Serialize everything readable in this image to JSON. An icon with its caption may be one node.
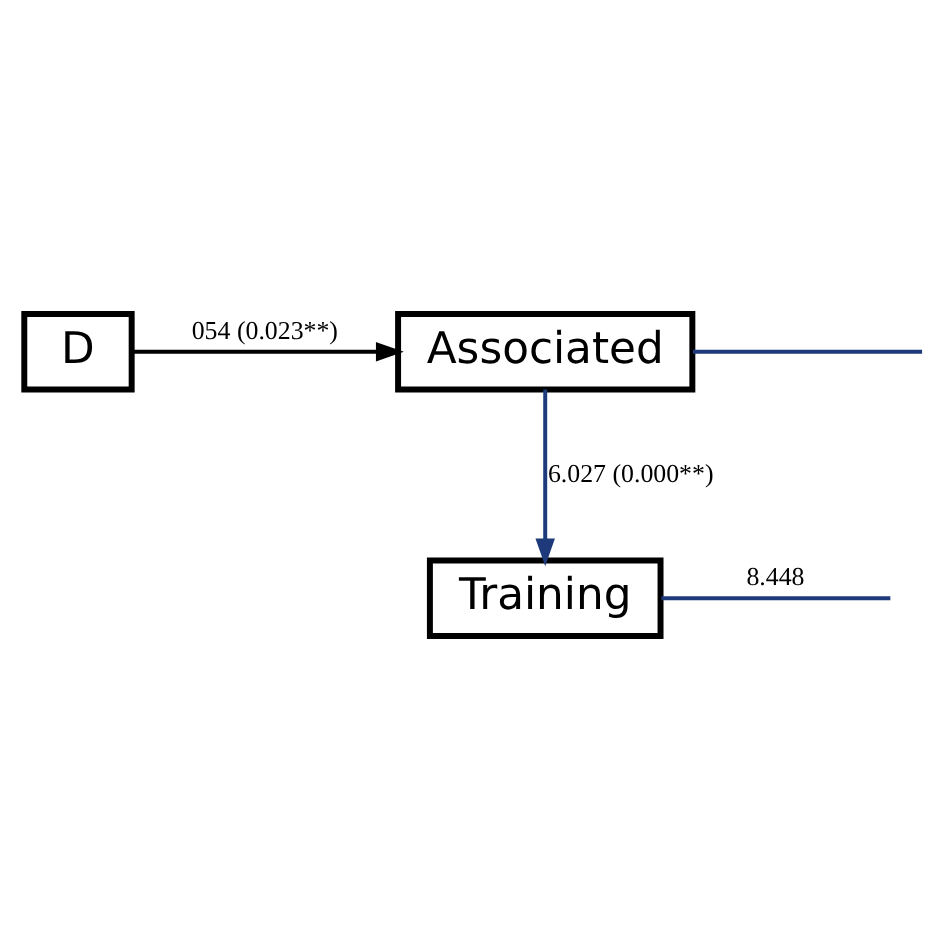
{
  "diagram": {
    "nodes": [
      {
        "text": [
          "D"
        ]
      },
      {
        "text": [
          "Associated"
        ]
      },
      {
        "text": [
          "Training"
        ]
      }
    ],
    "edges": [
      {
        "from": 0,
        "to": 1,
        "arrow": "to",
        "label": "054 (0.023**)",
        "color": "#000000"
      },
      {
        "from": 1,
        "to": 2,
        "arrow": "to",
        "label": "6.027 (0.000**)"
      },
      {
        "from": 1,
        "to": null,
        "arrow": "none"
      },
      {
        "from": 2,
        "to": null,
        "arrow": "none",
        "label": "8.448"
      }
    ]
  }
}
